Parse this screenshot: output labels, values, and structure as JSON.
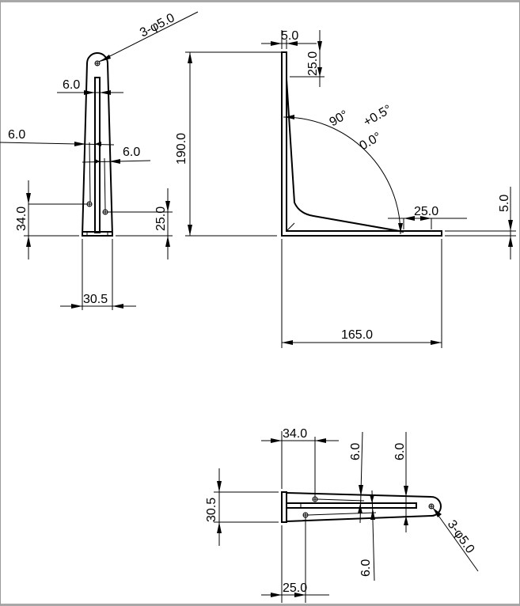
{
  "drawing": {
    "front_view": {
      "hole_callout": "3-φ5.0",
      "slot_width": "6.0",
      "web_left": "6.0",
      "web_right": "6.0",
      "hole1_height": "34.0",
      "hole2_height": "25.0",
      "width": "30.5"
    },
    "side_view": {
      "plate_thickness": "5.0",
      "top_hole_offset": "25.0",
      "height": "190.0",
      "angle_nominal": "90°",
      "angle_tol_upper": "+0.5°",
      "angle_tol_lower": "0.0°",
      "end_hole_offset": "25.0",
      "base_thickness": "5.0",
      "length": "165.0"
    },
    "top_view": {
      "hole1_offset": "34.0",
      "web_a": "6.0",
      "web_b": "6.0",
      "web_c": "6.0",
      "width": "30.5",
      "hole_callout": "3-φ5.0",
      "hole2_offset": "25.0"
    }
  }
}
